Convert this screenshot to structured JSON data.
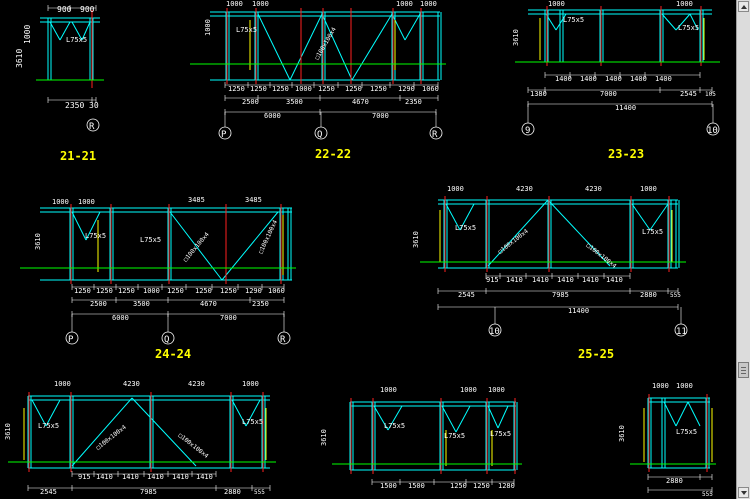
{
  "colors": {
    "structure": "#00ffff",
    "dimension": "#ffffff",
    "member": "#ffff00",
    "label_yellow": "#ffff00",
    "title": "#ffff00",
    "red": "#ff2020",
    "green": "#00ff00",
    "magenta": "#ff00ff"
  },
  "sections": [
    {
      "title": "21-21",
      "axes": [
        "R"
      ],
      "dims_top": [
        "900",
        "900"
      ],
      "dims_left": [
        "1000",
        "3610"
      ],
      "dims_bottom": [
        "2350",
        "30"
      ],
      "labels": [
        "L75x5"
      ]
    },
    {
      "title": "22-22",
      "axes": [
        "P",
        "Q",
        "R"
      ],
      "dims_top": [
        "1000",
        "1000",
        "1000",
        "1000"
      ],
      "dims_left": [
        "1000"
      ],
      "dims_bottom1": [
        "1250",
        "1250",
        "1250",
        "1000",
        "1250",
        "1250",
        "1250",
        "1290",
        "1060"
      ],
      "dims_bottom2": [
        "2500",
        "3500",
        "4670",
        "2350"
      ],
      "dims_bottom3": [
        "6000",
        "7000"
      ],
      "labels": [
        "L75x5",
        "□100x100x4"
      ]
    },
    {
      "title": "23-23",
      "axes": [
        "9",
        "10"
      ],
      "dims_top": [
        "1000",
        "1000"
      ],
      "dims_left": [
        "3610"
      ],
      "dims_bottom1": [
        "1400",
        "1400",
        "1400",
        "1400",
        "1400"
      ],
      "dims_bottom2": [
        "1380",
        "7000",
        "2545",
        "105"
      ],
      "dims_bottom3": [
        "11400"
      ],
      "labels": [
        "L75x5"
      ]
    },
    {
      "title": "24-24",
      "axes": [
        "P",
        "Q",
        "R"
      ],
      "dims_top": [
        "1000",
        "1000",
        "3485",
        "3485"
      ],
      "dims_left": [
        "3610"
      ],
      "dims_bottom1": [
        "1250",
        "1250",
        "1250",
        "1000",
        "1250",
        "1250",
        "1250",
        "1290",
        "1060"
      ],
      "dims_bottom2": [
        "2500",
        "3500",
        "4670",
        "2350"
      ],
      "dims_bottom3": [
        "6000",
        "7000"
      ],
      "labels": [
        "L75x5",
        "□100x100x4"
      ]
    },
    {
      "title": "25-25",
      "axes": [
        "10",
        "11"
      ],
      "dims_top": [
        "1000",
        "4230",
        "4230",
        "1000"
      ],
      "dims_left": [
        "3610"
      ],
      "dims_bottom1": [
        "915",
        "1410",
        "1410",
        "1410",
        "1410",
        "1410"
      ],
      "dims_bottom2": [
        "2545",
        "7985",
        "2880",
        "555"
      ],
      "dims_bottom3": [
        "11400"
      ],
      "labels": [
        "L75x5",
        "□100x100x4"
      ]
    },
    {
      "title": "",
      "axes": [],
      "dims_top": [
        "1000",
        "4230",
        "4230",
        "1000"
      ],
      "dims_left": [
        "3610"
      ],
      "dims_bottom1": [
        "915",
        "1410",
        "1410",
        "1410",
        "1410",
        "1410"
      ],
      "dims_bottom2": [
        "2545",
        "7985",
        "2880",
        "555"
      ],
      "labels": [
        "L75x5",
        "□100x100x4"
      ]
    },
    {
      "title": "",
      "axes": [],
      "dims_top": [
        "1000",
        "1000",
        "1000"
      ],
      "dims_left": [
        "3610"
      ],
      "dims_bottom1": [
        "1500",
        "1500",
        "1250",
        "1250",
        "1280"
      ],
      "labels": [
        "L75x5"
      ]
    },
    {
      "title": "",
      "axes": [],
      "dims_top": [
        "1000",
        "1000"
      ],
      "dims_left": [
        "3610"
      ],
      "dims_bottom1": [
        "2880",
        "555"
      ],
      "labels": [
        "L75x5"
      ]
    }
  ]
}
